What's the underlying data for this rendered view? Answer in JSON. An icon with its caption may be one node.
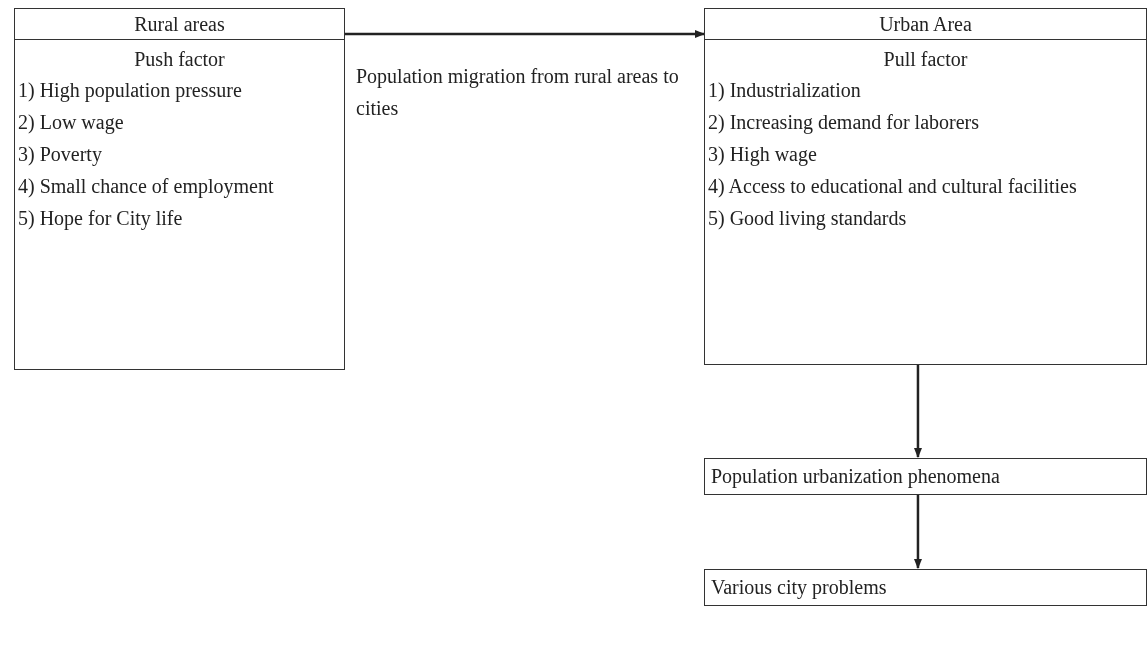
{
  "diagram": {
    "nodes": [
      {
        "text": [
          "Rural areas",
          "Push factor",
          "1) High population pressure",
          "2) Low wage",
          "3) Poverty",
          "4) Small chance of employment",
          "5) Hope for City life"
        ]
      },
      {
        "text": [
          "Urban Area",
          "Pull factor",
          "1) Industrialization",
          "2) Increasing demand for laborers",
          "3) High wage",
          "4) Access to educational and cultural facilities",
          "5) Good living standards"
        ]
      },
      {
        "text": [
          "Population urbanization phenomena"
        ]
      },
      {
        "text": [
          "Various city problems"
        ]
      }
    ],
    "edges": [
      {
        "from": 0,
        "to": 1,
        "arrow": "to",
        "label": "Population migration from rural areas to cities"
      },
      {
        "from": 1,
        "to": 2,
        "arrow": "to"
      },
      {
        "from": 2,
        "to": 3,
        "arrow": "to"
      }
    ]
  }
}
